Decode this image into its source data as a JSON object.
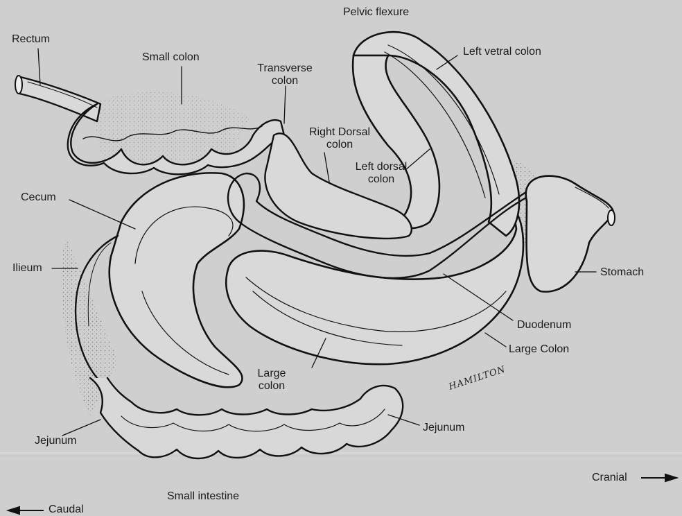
{
  "labels": {
    "pelvic_flexure": "Pelvic flexure",
    "rectum": "Rectum",
    "small_colon": "Small colon",
    "transverse_colon_1": "Transverse",
    "transverse_colon_2": "colon",
    "left_ventral_colon": "Left vetral colon",
    "right_dorsal_colon_1": "Right Dorsal",
    "right_dorsal_colon_2": "colon",
    "left_dorsal_colon_1": "Left dorsal",
    "left_dorsal_colon_2": "colon",
    "cecum": "Cecum",
    "ileum": "Ilieum",
    "stomach": "Stomach",
    "duodenum": "Duodenum",
    "large_colon_right": "Large Colon",
    "large_colon_1": "Large",
    "large_colon_2": "colon",
    "jejunum_left": "Jejunum",
    "jejunum_right": "Jejunum",
    "small_intestine": "Small intestine",
    "cranial": "Cranial",
    "caudal": "Caudal"
  },
  "signature": "HAMILTON"
}
